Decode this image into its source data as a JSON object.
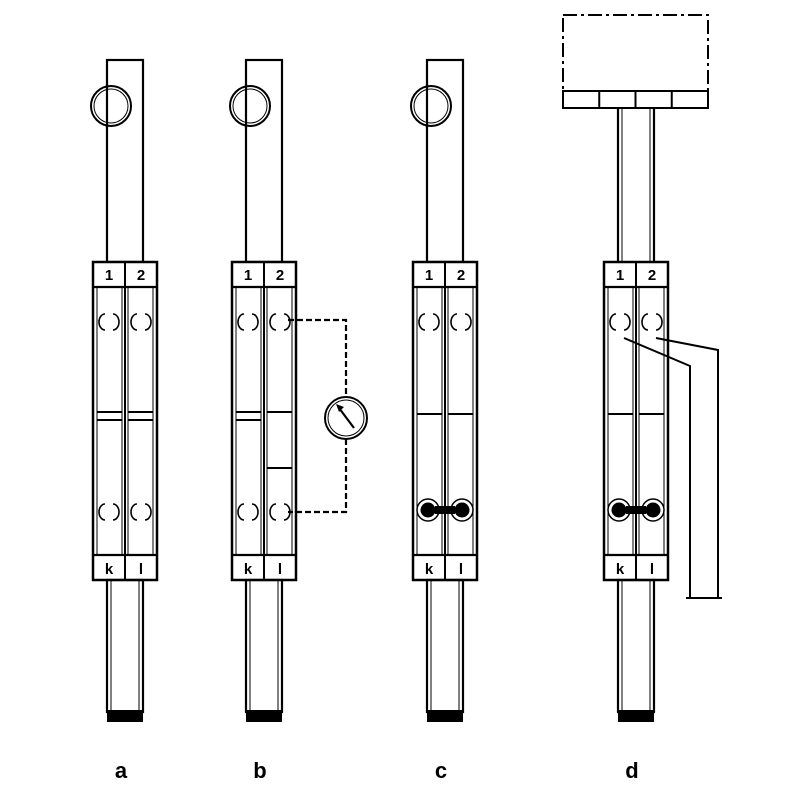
{
  "panels": [
    {
      "caption": "a",
      "top_terminals": [
        "1",
        "2"
      ],
      "bottom_terminals": [
        "k",
        "l"
      ],
      "variant": "open"
    },
    {
      "caption": "b",
      "top_terminals": [
        "1",
        "2"
      ],
      "bottom_terminals": [
        "k",
        "l"
      ],
      "variant": "meter"
    },
    {
      "caption": "c",
      "top_terminals": [
        "1",
        "2"
      ],
      "bottom_terminals": [
        "k",
        "l"
      ],
      "variant": "shorted"
    },
    {
      "caption": "d",
      "top_terminals": [
        "1",
        "2"
      ],
      "bottom_terminals": [
        "k",
        "l"
      ],
      "variant": "external"
    }
  ],
  "icons": {
    "transformer": "ct-ring-icon",
    "meter": "measuring-instrument-icon",
    "short": "shorting-link-icon",
    "external_device": "external-device-box-icon"
  },
  "colors": {
    "stroke": "#000000",
    "background": "#ffffff"
  }
}
